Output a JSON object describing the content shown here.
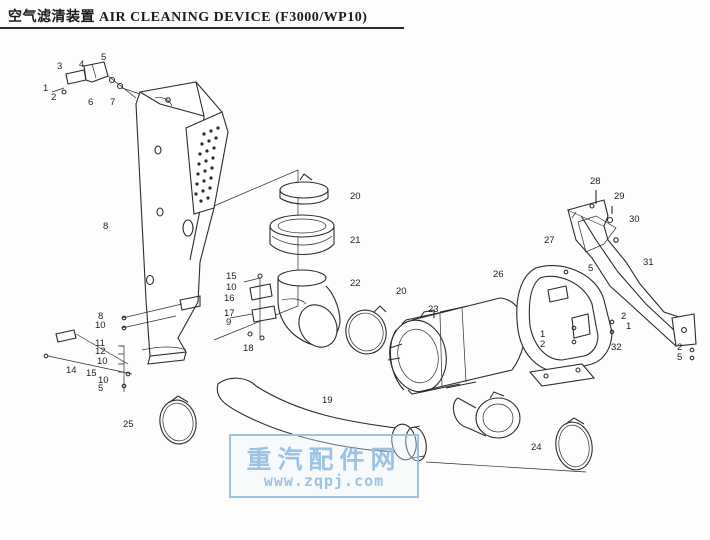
{
  "title": "空气滤清装置 AIR CLEANING DEVICE (F3000/WP10)",
  "watermark": {
    "text_cn": "重汽配件网",
    "url": "www.zqpj.com",
    "color": "#9cc2e4"
  },
  "callouts": {
    "c1a": "1",
    "c2a": "2",
    "c3": "3",
    "c4": "4",
    "c5a": "5",
    "c6": "6",
    "c7": "7",
    "c8a": "8",
    "c8b": "8",
    "c9": "9",
    "c10a": "10",
    "c10b": "10",
    "c10c": "10",
    "c10d": "10",
    "c11": "11",
    "c12": "12",
    "c14": "14",
    "c15a": "15",
    "c15b": "15",
    "c16": "16",
    "c17": "17",
    "c18": "18",
    "c19": "19",
    "c20a": "20",
    "c20b": "20",
    "c21": "21",
    "c22": "22",
    "c23": "23",
    "c24": "24",
    "c25": "25",
    "c26": "26",
    "c27": "27",
    "c28": "28",
    "c29": "29",
    "c30": "30",
    "c31": "31",
    "c32": "32",
    "c1b": "1",
    "c1c": "1",
    "c2b": "2",
    "c2c": "2",
    "c2d": "2",
    "c5b": "5",
    "c5c": "5",
    "c5d": "5"
  }
}
